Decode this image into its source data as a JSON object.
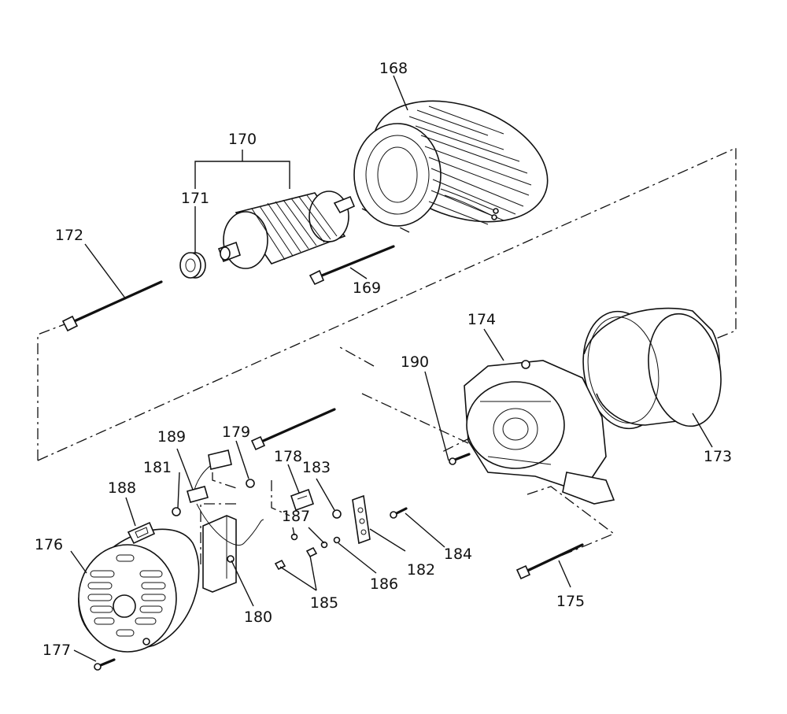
{
  "diagram": {
    "type": "exploded-parts-diagram",
    "callouts": [
      {
        "id": "168",
        "label": "168"
      },
      {
        "id": "169",
        "label": "169"
      },
      {
        "id": "170",
        "label": "170"
      },
      {
        "id": "171",
        "label": "171"
      },
      {
        "id": "172",
        "label": "172"
      },
      {
        "id": "173",
        "label": "173"
      },
      {
        "id": "174",
        "label": "174"
      },
      {
        "id": "175",
        "label": "175"
      },
      {
        "id": "176",
        "label": "176"
      },
      {
        "id": "177",
        "label": "177"
      },
      {
        "id": "178",
        "label": "178"
      },
      {
        "id": "179",
        "label": "179"
      },
      {
        "id": "180",
        "label": "180"
      },
      {
        "id": "181",
        "label": "181"
      },
      {
        "id": "182",
        "label": "182"
      },
      {
        "id": "183",
        "label": "183"
      },
      {
        "id": "184",
        "label": "184"
      },
      {
        "id": "185",
        "label": "185"
      },
      {
        "id": "186",
        "label": "186"
      },
      {
        "id": "187",
        "label": "187"
      },
      {
        "id": "188",
        "label": "188"
      },
      {
        "id": "189",
        "label": "189"
      },
      {
        "id": "190",
        "label": "190"
      }
    ]
  }
}
